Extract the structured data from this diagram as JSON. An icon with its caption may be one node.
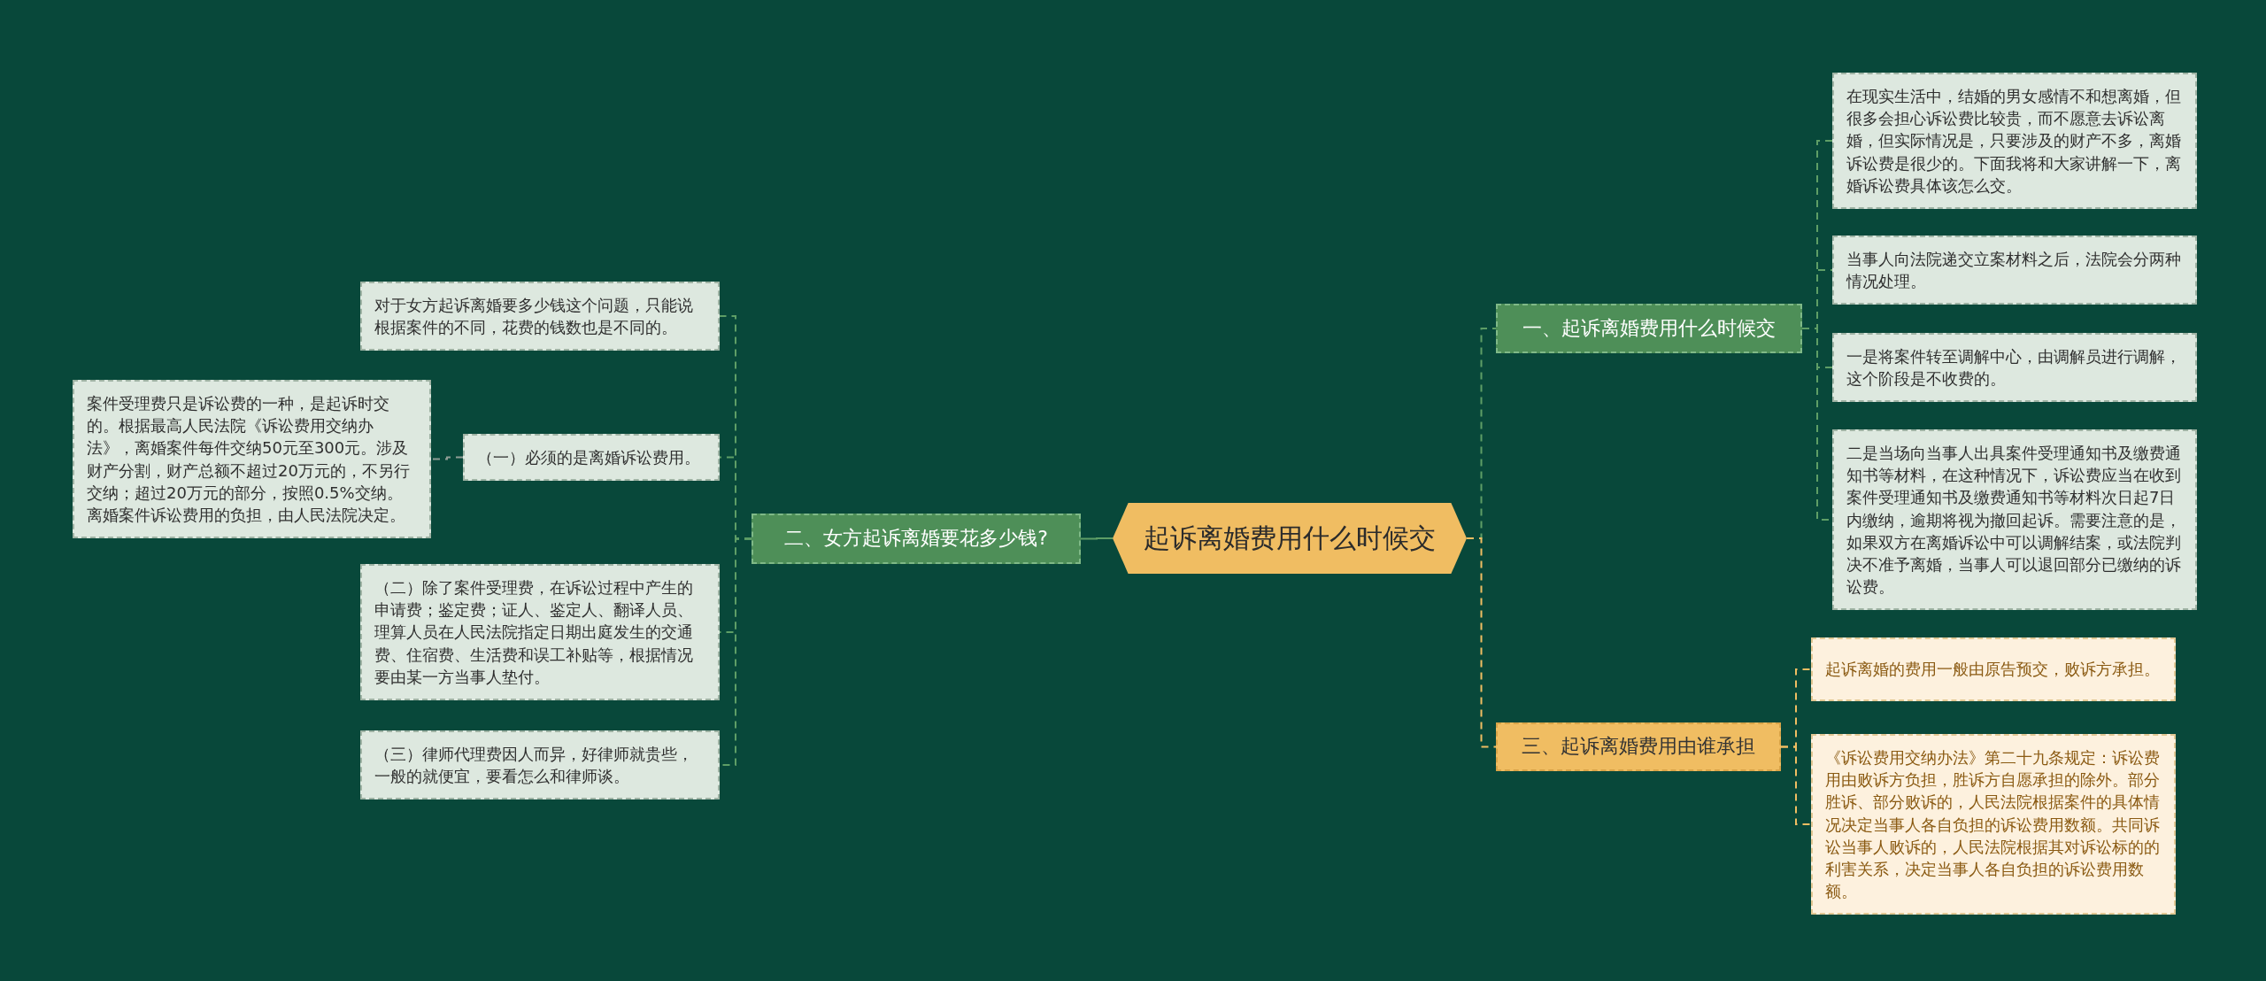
{
  "diagram": {
    "nodes": [
      {
        "text": [
          "起诉离婚费用什么时候交"
        ]
      },
      {
        "text": [
          "一、起诉离婚费用什么时候交"
        ]
      },
      {
        "text": [
          "在现实生活中，结婚的男女感情不和想离婚，但很多会担心诉讼费比较贵，而不愿意去诉讼离婚，但实际情况是，只要涉及的财产不多，离婚诉讼费是很少的。下面我将和大家讲解一下，离婚诉讼费具体该怎么交。"
        ]
      },
      {
        "text": [
          "当事人向法院递交立案材料之后，法院会分两种情况处理。"
        ]
      },
      {
        "text": [
          "一是将案件转至调解中心，由调解员进行调解，这个阶段是不收费的。"
        ]
      },
      {
        "text": [
          "二是当场向当事人出具案件受理通知书及缴费通知书等材料，在这种情况下，诉讼费应当在收到案件受理通知书及缴费通知书等材料次日起7日内缴纳，逾期将视为撤回起诉。需要注意的是，如果双方在离婚诉讼中可以调解结案，或法院判决不准予离婚，当事人可以退回部分已缴纳的诉讼费。"
        ]
      },
      {
        "text": [
          "二、女方起诉离婚要花多少钱?"
        ]
      },
      {
        "text": [
          "对于女方起诉离婚要多少钱这个问题，只能说根据案件的不同，花费的钱数也是不同的。"
        ]
      },
      {
        "text": [
          "（一）必须的是离婚诉讼费用。"
        ]
      },
      {
        "text": [
          "案件受理费只是诉讼费的一种，是起诉时交的。根据最高人民法院《诉讼费用交纳办法》，离婚案件每件交纳50元至300元。涉及财产分割，财产总额不超过20万元的，不另行交纳；超过20万元的部分，按照0.5%交纳。离婚案件诉讼费用的负担，由人民法院决定。"
        ]
      },
      {
        "text": [
          "（二）除了案件受理费，在诉讼过程中产生的申请费；鉴定费；证人、鉴定人、翻译人员、理算人员在人民法院指定日期出庭发生的交通费、住宿费、生活费和误工补贴等，根据情况要由某一方当事人垫付。"
        ]
      },
      {
        "text": [
          "（三）律师代理费因人而异，好律师就贵些，一般的就便宜，要看怎么和律师谈。"
        ]
      },
      {
        "text": [
          "三、起诉离婚费用由谁承担"
        ]
      },
      {
        "text": [
          "起诉离婚的费用一般由原告预交，败诉方承担。"
        ]
      },
      {
        "text": [
          "《诉讼费用交纳办法》第二十九条规定：诉讼费用由败诉方负担，胜诉方自愿承担的除外。部分胜诉、部分败诉的，人民法院根据案件的具体情况决定当事人各自负担的诉讼费用数额。共同诉讼当事人败诉的，人民法院根据其对诉讼标的的利害关系，决定当事人各自负担的诉讼费用数额。"
        ]
      }
    ],
    "edges": [
      {
        "from": 0,
        "to": 1,
        "arrow": "none",
        "style": "dashed"
      },
      {
        "from": 1,
        "to": 2,
        "arrow": "none",
        "style": "dashed"
      },
      {
        "from": 1,
        "to": 3,
        "arrow": "none",
        "style": "dashed"
      },
      {
        "from": 1,
        "to": 4,
        "arrow": "none",
        "style": "dashed"
      },
      {
        "from": 1,
        "to": 5,
        "arrow": "none",
        "style": "dashed"
      },
      {
        "from": 0,
        "to": 6,
        "arrow": "none"
      },
      {
        "from": 6,
        "to": 7,
        "arrow": "none",
        "style": "dashed"
      },
      {
        "from": 6,
        "to": 8,
        "arrow": "none",
        "style": "dashed"
      },
      {
        "from": 8,
        "to": 9,
        "arrow": "none",
        "style": "dashed",
        "color": "#8f9d95"
      },
      {
        "from": 6,
        "to": 10,
        "arrow": "none",
        "style": "dashed"
      },
      {
        "from": 6,
        "to": 11,
        "arrow": "none",
        "style": "dashed"
      },
      {
        "from": 0,
        "to": 12,
        "arrow": "none",
        "style": "dashed",
        "color": "#f0bd62"
      },
      {
        "from": 12,
        "to": 13,
        "arrow": "none",
        "style": "dashed",
        "color": "#f0bd62"
      },
      {
        "from": 12,
        "to": 14,
        "arrow": "none",
        "style": "dashed",
        "color": "#f0bd62"
      }
    ]
  }
}
